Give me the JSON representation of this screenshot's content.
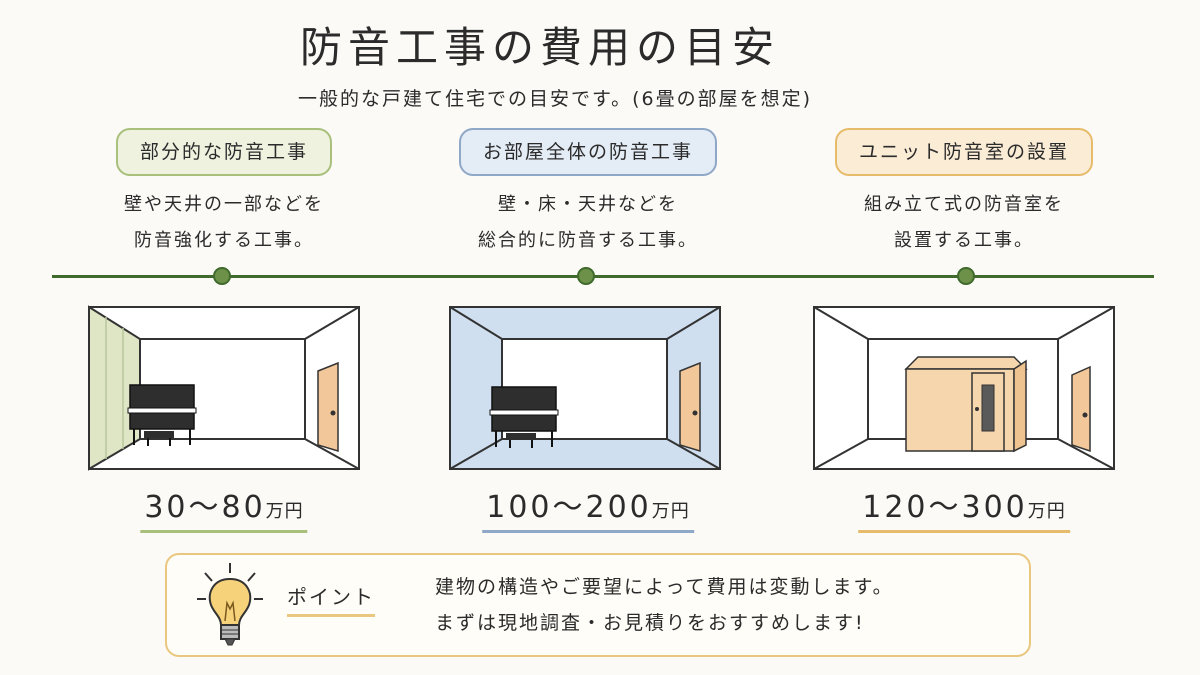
{
  "title": "防音工事の費用の目安",
  "subtitle": "一般的な戸建て住宅での目安です。(6畳の部屋を想定)",
  "columns": [
    {
      "badge": "部分的な防音工事",
      "desc_line1": "壁や天井の一部などを",
      "desc_line2": "防音強化する工事。",
      "price_range": "30〜80",
      "price_unit": "万円",
      "color": "#a9c07c"
    },
    {
      "badge": "お部屋全体の防音工事",
      "desc_line1": "壁・床・天井などを",
      "desc_line2": "総合的に防音する工事。",
      "price_range": "100〜200",
      "price_unit": "万円",
      "color": "#8fa8c8"
    },
    {
      "badge": "ユニット防音室の設置",
      "desc_line1": "組み立て式の防音室を",
      "desc_line2": "設置する工事。",
      "price_range": "120〜300",
      "price_unit": "万円",
      "color": "#e7bb6c"
    }
  ],
  "point": {
    "label": "ポイント",
    "line1": "建物の構造やご要望によって費用は変動します。",
    "line2": "まずは現地調査・お見積りをおすすめします!",
    "icon": "lightbulb-icon"
  },
  "colors": {
    "timeline": "#3f6a2c",
    "wall_partial": "#dfe6c6",
    "room_full": "#cfdff0",
    "booth": "#f6d6ad",
    "door": "#f2c89a"
  }
}
